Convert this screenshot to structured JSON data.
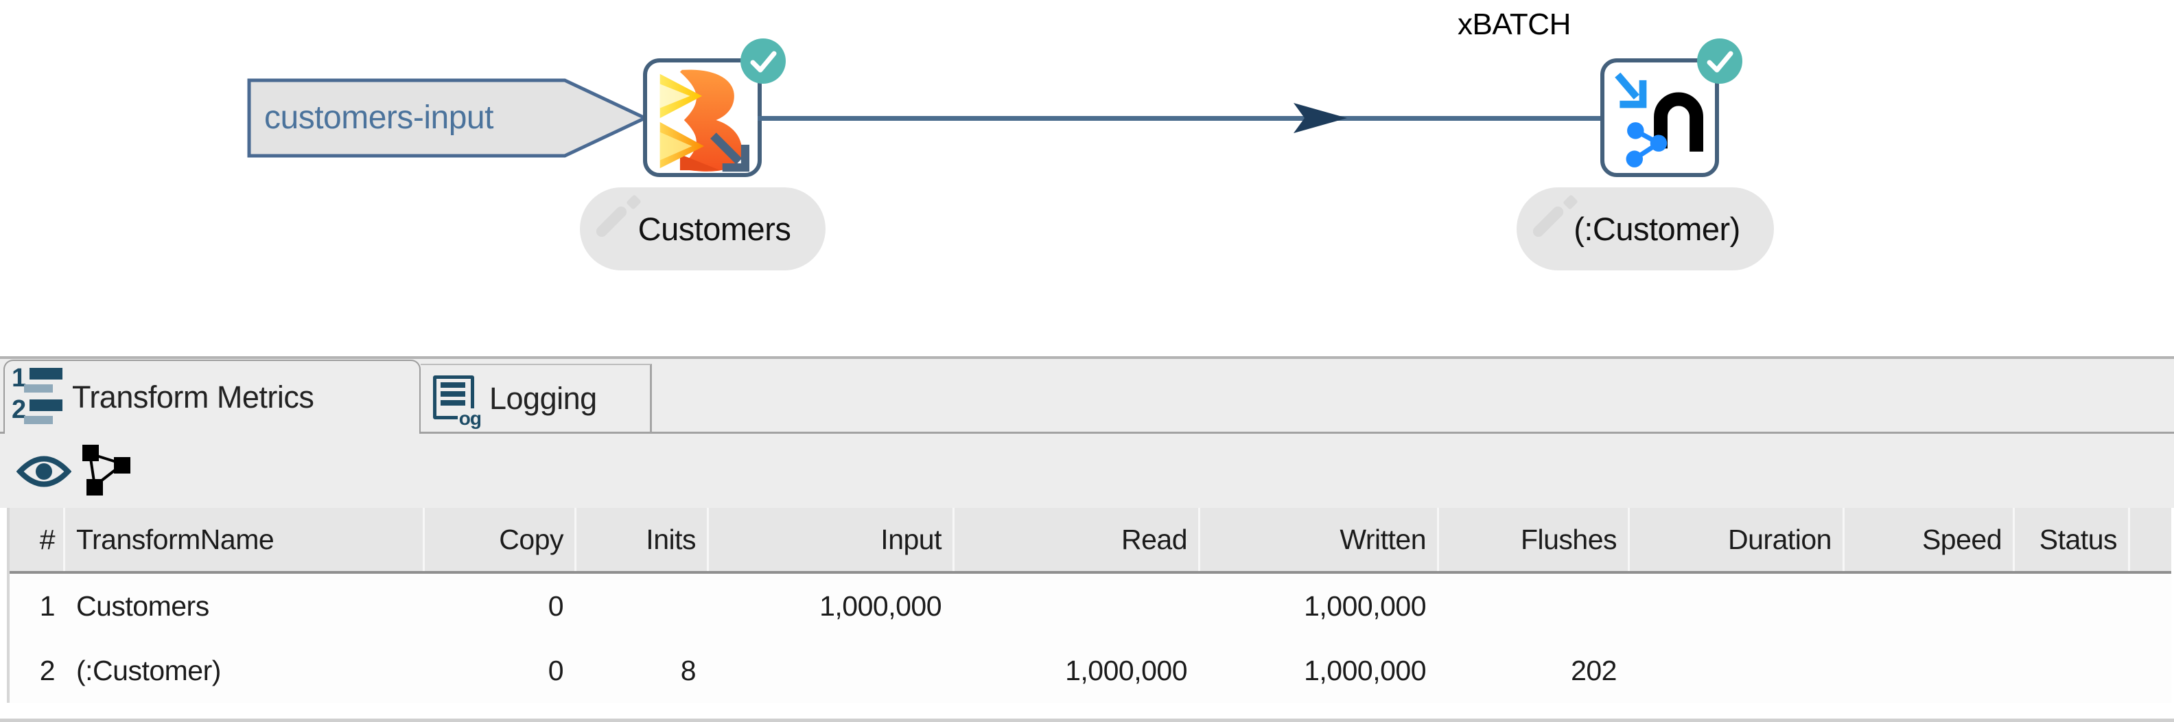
{
  "canvas": {
    "input_banner": "customers-input",
    "nodes": [
      {
        "label": "Customers",
        "badge": "success-check",
        "icon": "beam-input"
      },
      {
        "label": "(:Customer)",
        "badge": "success-check",
        "icon": "neo4j-output",
        "annotation": "xBATCH"
      }
    ]
  },
  "panel": {
    "tabs": {
      "metrics": {
        "label": "Transform Metrics",
        "icon_numbers": [
          "1",
          "2"
        ]
      },
      "logging": {
        "label": "Logging",
        "icon_text": "og"
      }
    },
    "toolbar": {
      "icons": [
        "eye",
        "lineage-graph"
      ]
    },
    "table": {
      "columns": [
        "#",
        "TransformName",
        "Copy",
        "Inits",
        "Input",
        "Read",
        "Written",
        "Flushes",
        "Duration",
        "Speed",
        "Status"
      ],
      "rows": [
        [
          "1",
          "Customers",
          "0",
          "",
          "1,000,000",
          "",
          "1,000,000",
          "",
          "",
          "",
          ""
        ],
        [
          "2",
          "(:Customer)",
          "0",
          "8",
          "",
          "1,000,000",
          "1,000,000",
          "202",
          "",
          "",
          ""
        ]
      ]
    }
  },
  "colors": {
    "accent_teal": "#54b7b1",
    "navy_icon": "#1d4c66",
    "slate_border": "#44607c",
    "hop_line": "#4b6d8e",
    "hop_arrow": "#1d3c5b",
    "blue": "#2196f3",
    "beam_orange": "#f4511e",
    "beam_yellow": "#ffc400",
    "panel_gray": "#ededed"
  }
}
